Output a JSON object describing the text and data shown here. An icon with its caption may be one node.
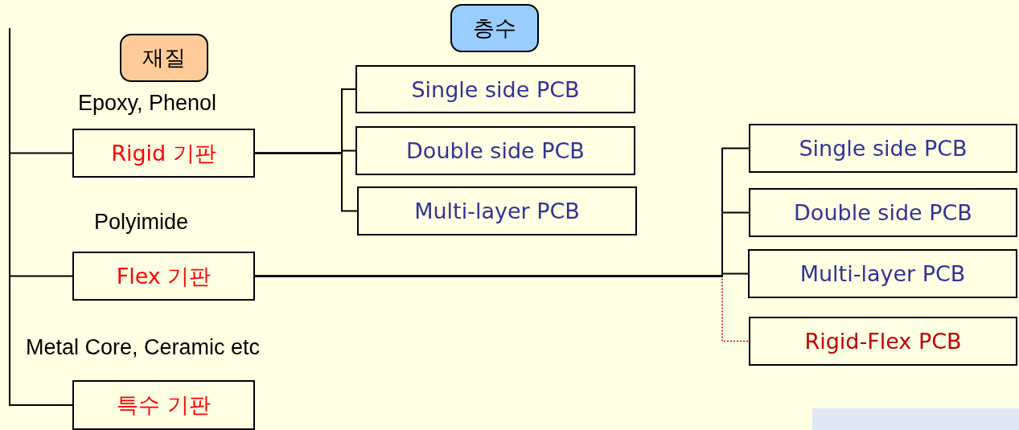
{
  "diagram": {
    "nodes": [
      {
        "text": [
          "재질"
        ]
      },
      {
        "text": [
          "층수"
        ]
      },
      {
        "text": [
          "Rigid 기판"
        ],
        "beside": [
          "Epoxy, Phenol"
        ]
      },
      {
        "text": [
          "Flex 기판"
        ],
        "beside": [
          "Polyimide"
        ]
      },
      {
        "text": [
          "특수 기판"
        ],
        "beside": [
          "Metal Core, Ceramic etc"
        ]
      },
      {
        "text": [
          "Single side PCB"
        ]
      },
      {
        "text": [
          "Double side PCB"
        ]
      },
      {
        "text": [
          "Multi-layer PCB"
        ]
      },
      {
        "text": [
          "Single side PCB"
        ]
      },
      {
        "text": [
          "Double side PCB"
        ]
      },
      {
        "text": [
          "Multi-layer PCB"
        ]
      },
      {
        "text": [
          "Rigid-Flex PCB"
        ]
      }
    ],
    "edges": [
      {
        "from": null,
        "to": 2,
        "arrow": "none"
      },
      {
        "from": null,
        "to": 3,
        "arrow": "none"
      },
      {
        "from": null,
        "to": 4,
        "arrow": "none"
      },
      {
        "from": 2,
        "to": 5,
        "arrow": "none"
      },
      {
        "from": 2,
        "to": 6,
        "arrow": "none"
      },
      {
        "from": 2,
        "to": 7,
        "arrow": "none"
      },
      {
        "from": 3,
        "to": 8,
        "arrow": "none"
      },
      {
        "from": 3,
        "to": 9,
        "arrow": "none"
      },
      {
        "from": 3,
        "to": 10,
        "arrow": "none"
      },
      {
        "from": 3,
        "to": 11,
        "arrow": "none",
        "style": "dashed",
        "color": "#c00000"
      }
    ]
  }
}
